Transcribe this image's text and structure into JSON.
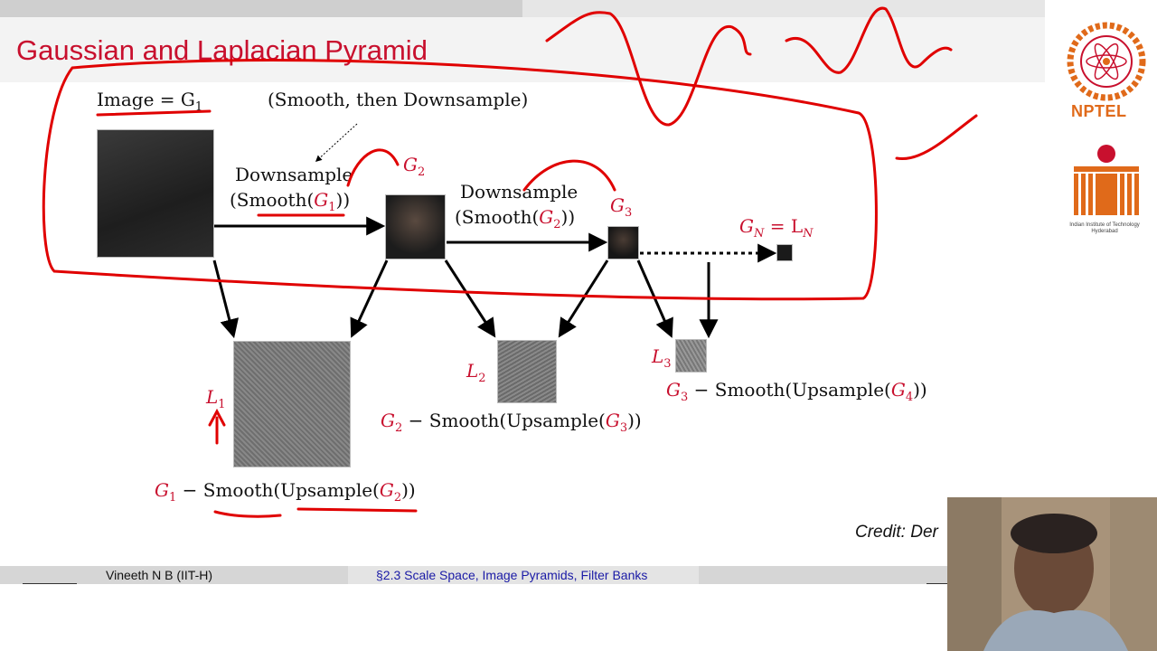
{
  "slide": {
    "title": "Gaussian and Laplacian Pyramid",
    "label_image_g1": "Image = G",
    "label_image_g1_sub": "1",
    "smooth_note": "(Smooth, then Downsample)",
    "downsample_1_line1": "Downsample",
    "downsample_1_line2_pre": "(Smooth(",
    "downsample_1_var": "G",
    "downsample_1_sub": "1",
    "downsample_1_line2_post": "))",
    "downsample_2_line1": "Downsample",
    "downsample_2_line2_pre": "(Smooth(",
    "downsample_2_var": "G",
    "downsample_2_sub": "2",
    "downsample_2_line2_post": "))",
    "g2_label": "G",
    "g2_sub": "2",
    "g3_label": "G",
    "g3_sub": "3",
    "gn_label": "G",
    "gn_sub": "N",
    "gn_eq": " = L",
    "gn_eq_sub": "N",
    "l1_label": "L",
    "l1_sub": "1",
    "l2_label": "L",
    "l2_sub": "2",
    "l3_label": "L",
    "l3_sub": "3",
    "formula_1": {
      "var": "G",
      "sub": "1",
      "mid": " − Smooth(Upsample(",
      "var2": "G",
      "sub2": "2",
      "end": "))"
    },
    "formula_2": {
      "var": "G",
      "sub": "2",
      "mid": " − Smooth(Upsample(",
      "var2": "G",
      "sub2": "3",
      "end": "))"
    },
    "formula_3": {
      "var": "G",
      "sub": "3",
      "mid": " − Smooth(Upsample(",
      "var2": "G",
      "sub2": "4",
      "end": "))"
    },
    "credit": "Credit: Der"
  },
  "logos": {
    "nptel": "NPTEL",
    "iith_caption": "Indian Institute of Technology Hyderabad"
  },
  "footer": {
    "author": "Vineeth N B  (IIT-H)",
    "section": "§2.3 Scale Space, Image Pyramids, Filter Banks"
  },
  "colors": {
    "accent_red": "#c8102e",
    "footer_link_blue": "#1a1aa6",
    "nptel_orange": "#e06a1a"
  }
}
